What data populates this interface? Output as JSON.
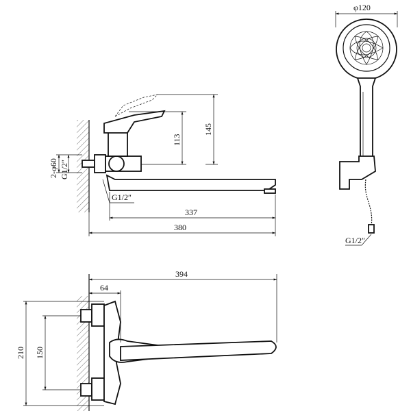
{
  "side_view": {
    "dim_height_113": "113",
    "dim_height_145": "145",
    "dim_connection_label": "2-φ60",
    "dim_thread_left": "G1/2″",
    "dim_thread_bottom": "G1/2″",
    "dim_spout_337": "337",
    "dim_total_380": "380"
  },
  "shower_head": {
    "dim_diameter": "φ120",
    "dim_hose_thread": "G1/2″"
  },
  "top_view": {
    "dim_64": "64",
    "dim_394": "394",
    "dim_150": "150",
    "dim_210": "210"
  }
}
